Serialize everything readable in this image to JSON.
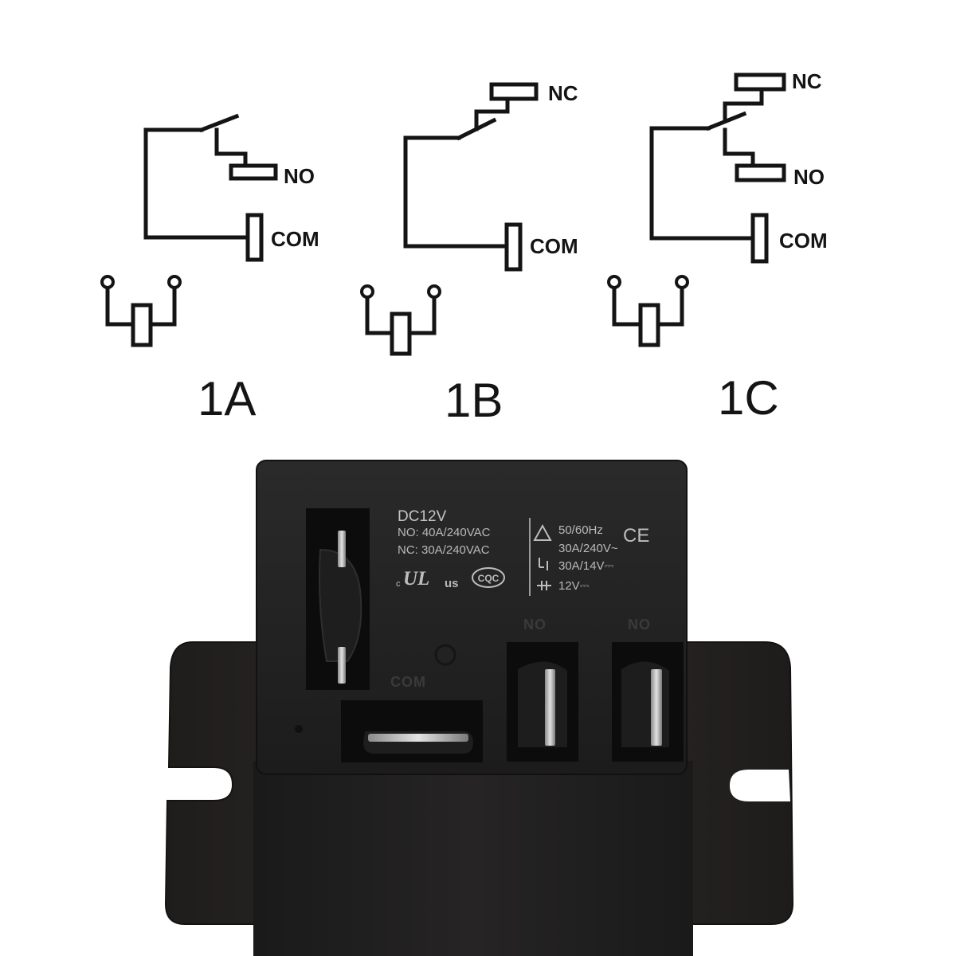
{
  "diagrams": [
    {
      "type_label": "1A",
      "terminals": [
        "NO",
        "COM"
      ]
    },
    {
      "type_label": "1B",
      "terminals": [
        "NC",
        "COM"
      ]
    },
    {
      "type_label": "1C",
      "terminals": [
        "NC",
        "NO",
        "COM"
      ]
    }
  ],
  "relay": {
    "colors": {
      "body": "#232323",
      "flange": "#2a2827",
      "print": "#bdbdbd"
    },
    "left_print": {
      "voltage": "DC12V",
      "no_rating": "NO: 40A/240VAC",
      "nc_rating": "NC: 30A/240VAC",
      "ul_prefix": "c",
      "ul_mark": "UL",
      "ul_suffix": "us",
      "cqc_mark": "CQC"
    },
    "right_print": {
      "frequency": "50/60Hz",
      "ce_mark": "CE",
      "ac_rating": "30A/240V~",
      "dc_rating": "30A/14V⎓",
      "coil_voltage": "12V⎓"
    },
    "molded_labels": {
      "no_left": "NO",
      "no_right": "NO",
      "com": "COM"
    }
  }
}
